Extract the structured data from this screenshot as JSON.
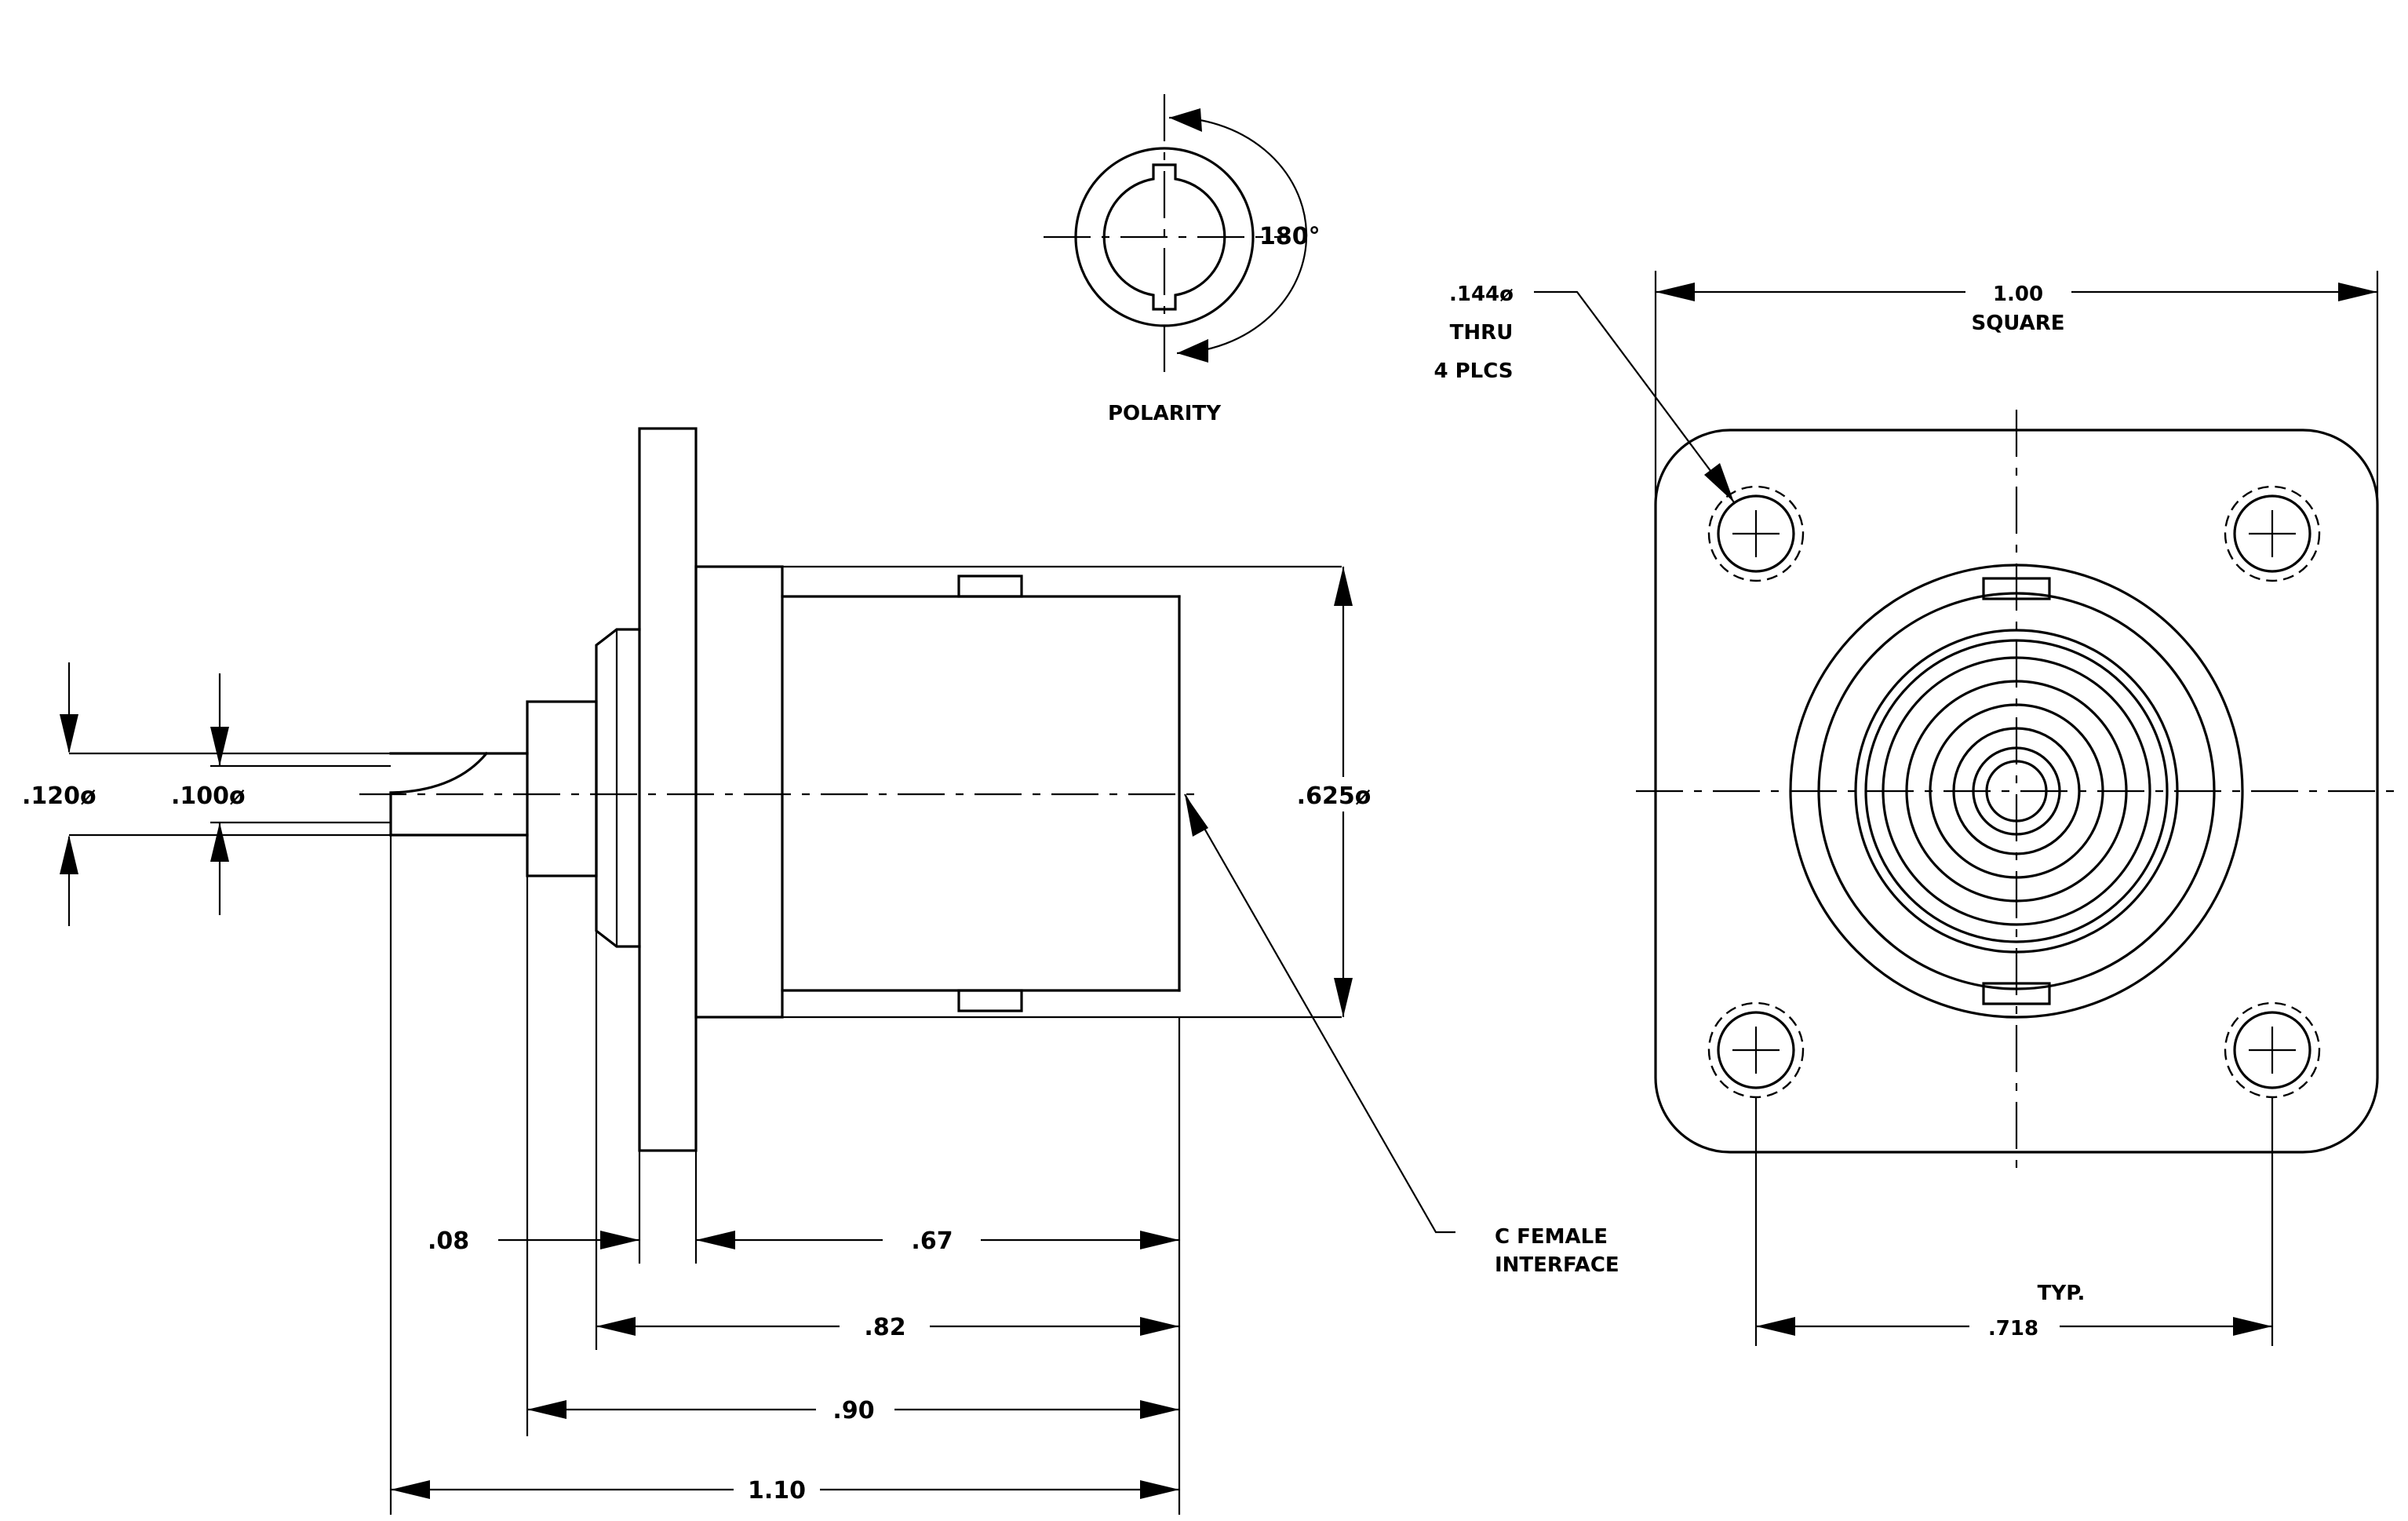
{
  "polarity": {
    "angle": "180°",
    "caption": "POLARITY"
  },
  "side_view": {
    "dim_inner_pin": ".100ø",
    "dim_outer_pin": ".120ø",
    "dim_body_diameter": ".625ø",
    "dim_flange_thickness": ".08",
    "dim_body_length": ".67",
    "dim_82": ".82",
    "dim_90": ".90",
    "dim_overall": "1.10",
    "interface_note_line1": "C  FEMALE",
    "interface_note_line2": "INTERFACE"
  },
  "front_view": {
    "hole_note_line1": ".144ø",
    "hole_note_line2": "THRU",
    "hole_note_line3": "4  PLCS",
    "square_dim": "1.00",
    "square_label": "SQUARE",
    "hole_spacing_note": "TYP.",
    "hole_spacing": ".718"
  }
}
